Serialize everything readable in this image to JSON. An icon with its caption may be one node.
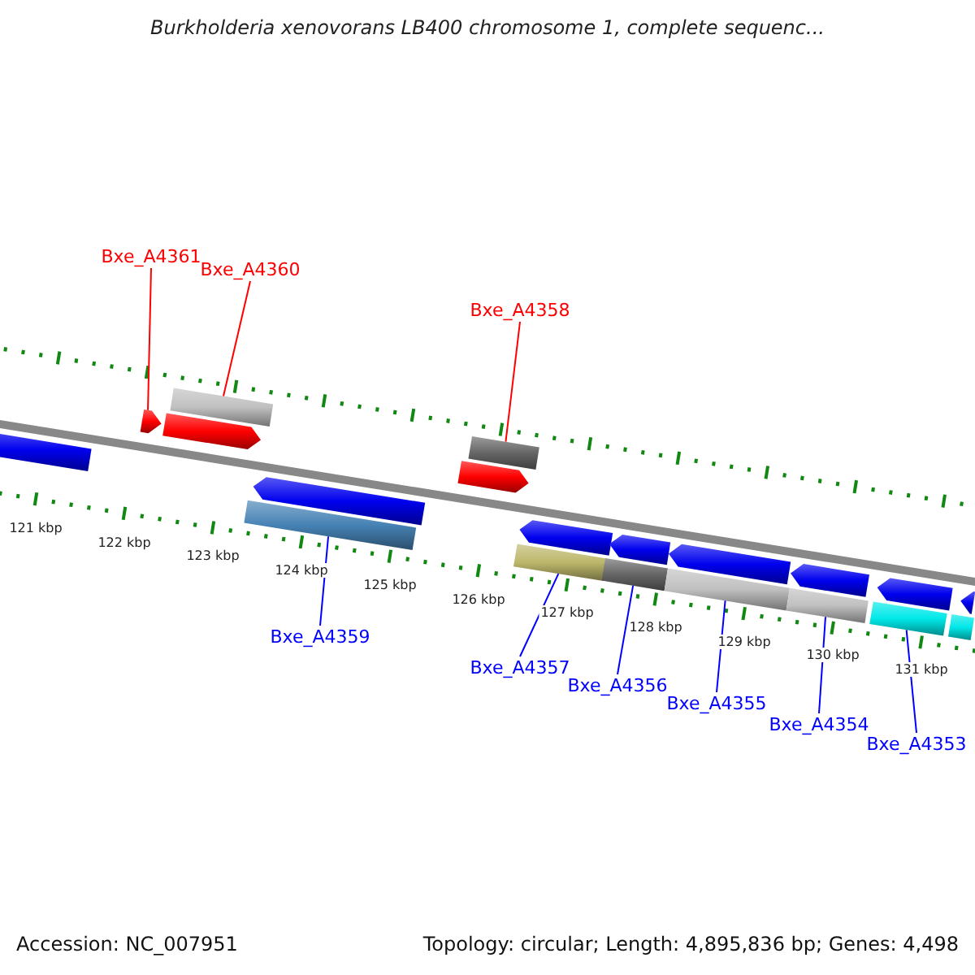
{
  "diagram": {
    "title": "Burkholderia xenovorans LB400 chromosome 1, complete sequenc...",
    "nodes": [
      {
        "text": [
          "Bxe_A4361"
        ]
      },
      {
        "text": [
          "Bxe_A4360"
        ]
      },
      {
        "text": [
          "Bxe_A4358"
        ]
      },
      {
        "text": [
          "Bxe_A4359"
        ]
      },
      {
        "text": [
          "Bxe_A4357"
        ]
      },
      {
        "text": [
          "Bxe_A4356"
        ]
      },
      {
        "text": [
          "Bxe_A4355"
        ]
      },
      {
        "text": [
          "Bxe_A4354"
        ]
      },
      {
        "text": [
          "Bxe_A4353"
        ]
      },
      {
        "text": [],
        "shape": "bar"
      },
      {
        "text": [],
        "shape": "arrow"
      },
      {
        "text": [],
        "shape": "bar"
      },
      {
        "text": [],
        "shape": "arrow"
      },
      {
        "text": [],
        "shape": "arrow"
      },
      {
        "text": [],
        "shape": "bar"
      },
      {
        "text": [],
        "shape": "bar"
      },
      {
        "text": [],
        "shape": "arrow"
      },
      {
        "text": [],
        "shape": "arrow"
      },
      {
        "text": [],
        "shape": "bar"
      },
      {
        "text": [],
        "shape": "arrow"
      },
      {
        "text": [],
        "shape": "bar"
      },
      {
        "text": [],
        "shape": "arrow"
      },
      {
        "text": [],
        "shape": "bar"
      },
      {
        "text": [],
        "shape": "arrow"
      },
      {
        "text": [],
        "shape": "bar"
      },
      {
        "text": [],
        "shape": "arrow"
      },
      {
        "text": [],
        "shape": "bar"
      },
      {
        "text": [],
        "shape": "arrow"
      },
      {
        "text": [],
        "shape": "bar"
      }
    ],
    "edges": [
      {
        "from": 0,
        "to": 10,
        "arrow": "none",
        "color": "#ff0000"
      },
      {
        "from": 1,
        "to": 11,
        "arrow": "none",
        "color": "#ff0000"
      },
      {
        "from": 2,
        "to": 15,
        "arrow": "none",
        "color": "#ff0000"
      },
      {
        "from": 3,
        "to": 14,
        "arrow": "none"
      },
      {
        "from": 4,
        "to": 18,
        "arrow": "none"
      },
      {
        "from": 5,
        "to": 20,
        "arrow": "none"
      },
      {
        "from": 6,
        "to": 22,
        "arrow": "none"
      },
      {
        "from": 7,
        "to": 24,
        "arrow": "none"
      },
      {
        "from": 8,
        "to": 26,
        "arrow": "none"
      }
    ],
    "labels": [
      "121 kbp",
      "122 kbp",
      "123 kbp",
      "124 kbp",
      "125 kbp",
      "126 kbp",
      "127 kbp",
      "128 kbp",
      "129 kbp",
      "130 kbp",
      "131 kbp",
      "Accession: NC_007951",
      "Topology: circular; Length: 4,895,836 bp; Genes: 4,498"
    ]
  }
}
